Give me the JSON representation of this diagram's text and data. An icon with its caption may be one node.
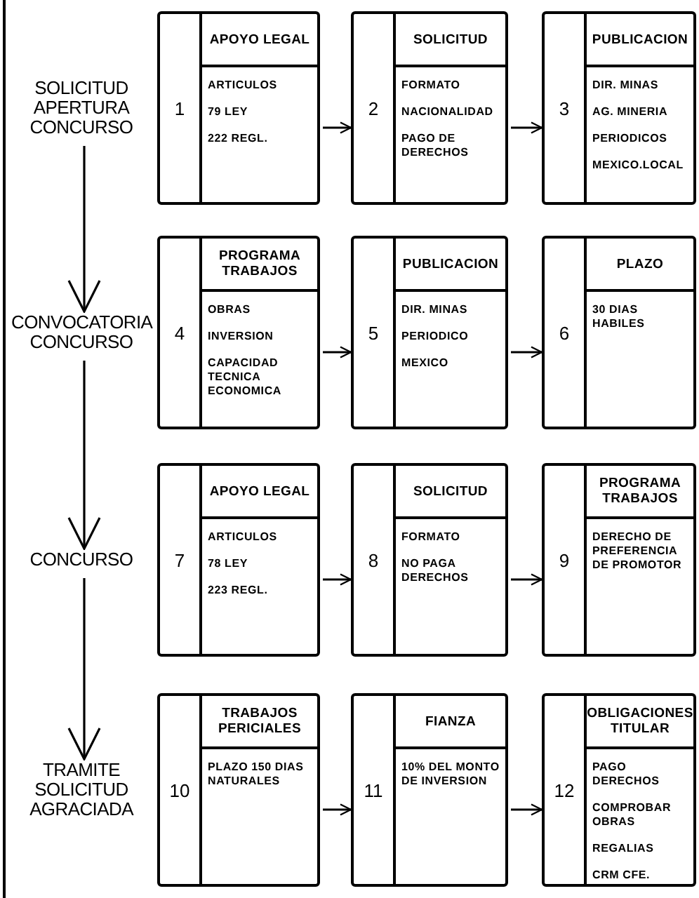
{
  "diagram": {
    "nodes": [
      {
        "text": [
          "SOLICITUD APERTURA CONCURSO"
        ]
      },
      {
        "text": [
          "1",
          "APOYO LEGAL",
          "ARTICULOS",
          "79 LEY",
          "222 REGL."
        ]
      },
      {
        "text": [
          "2",
          "SOLICITUD",
          "FORMATO",
          "NACIONALIDAD",
          "PAGO DE DERECHOS"
        ]
      },
      {
        "text": [
          "3",
          "PUBLICACION",
          "DIR. MINAS",
          "AG. MINERIA",
          "PERIODICOS",
          "MEXICO.LOCAL"
        ]
      },
      {
        "text": [
          "CONVOCATORIA CONCURSO"
        ]
      },
      {
        "text": [
          "4",
          "PROGRAMA TRABAJOS",
          "OBRAS",
          "INVERSION",
          "CAPACIDAD TECNICA ECONOMICA"
        ]
      },
      {
        "text": [
          "5",
          "PUBLICACION",
          "DIR. MINAS",
          "PERIODICO",
          "MEXICO"
        ]
      },
      {
        "text": [
          "6",
          "PLAZO",
          "30 DIAS HABILES"
        ]
      },
      {
        "text": [
          "CONCURSO"
        ]
      },
      {
        "text": [
          "7",
          "APOYO LEGAL",
          "ARTICULOS",
          "78 LEY",
          "223 REGL."
        ]
      },
      {
        "text": [
          "8",
          "SOLICITUD",
          "FORMATO",
          "NO PAGA DERECHOS"
        ]
      },
      {
        "text": [
          "9",
          "PROGRAMA TRABAJOS",
          "DERECHO DE PREFERENCIA DE PROMOTOR"
        ]
      },
      {
        "text": [
          "TRAMITE SOLICITUD AGRACIADA"
        ]
      },
      {
        "text": [
          "10",
          "TRABAJOS PERICIALES",
          "PLAZO 150 DIAS NATURALES"
        ]
      },
      {
        "text": [
          "11",
          "FIANZA",
          "10% DEL MONTO DE INVERSION"
        ]
      },
      {
        "text": [
          "12",
          "OBLIGACIONES TITULAR",
          "PAGO DERECHOS",
          "COMPROBAR OBRAS",
          "REGALIAS",
          "CRM CFE."
        ]
      }
    ],
    "edges": [
      {
        "from": 0,
        "to": 4,
        "arrow": "to"
      },
      {
        "from": 4,
        "to": 8,
        "arrow": "to"
      },
      {
        "from": 8,
        "to": 12,
        "arrow": "to"
      },
      {
        "from": 1,
        "to": 2,
        "arrow": "to"
      },
      {
        "from": 2,
        "to": 3,
        "arrow": "to"
      },
      {
        "from": 5,
        "to": 6,
        "arrow": "to"
      },
      {
        "from": 6,
        "to": 7,
        "arrow": "to"
      },
      {
        "from": 9,
        "to": 10,
        "arrow": "to"
      },
      {
        "from": 10,
        "to": 11,
        "arrow": "to"
      },
      {
        "from": 13,
        "to": 14,
        "arrow": "to"
      },
      {
        "from": 14,
        "to": 15,
        "arrow": "to"
      }
    ]
  }
}
